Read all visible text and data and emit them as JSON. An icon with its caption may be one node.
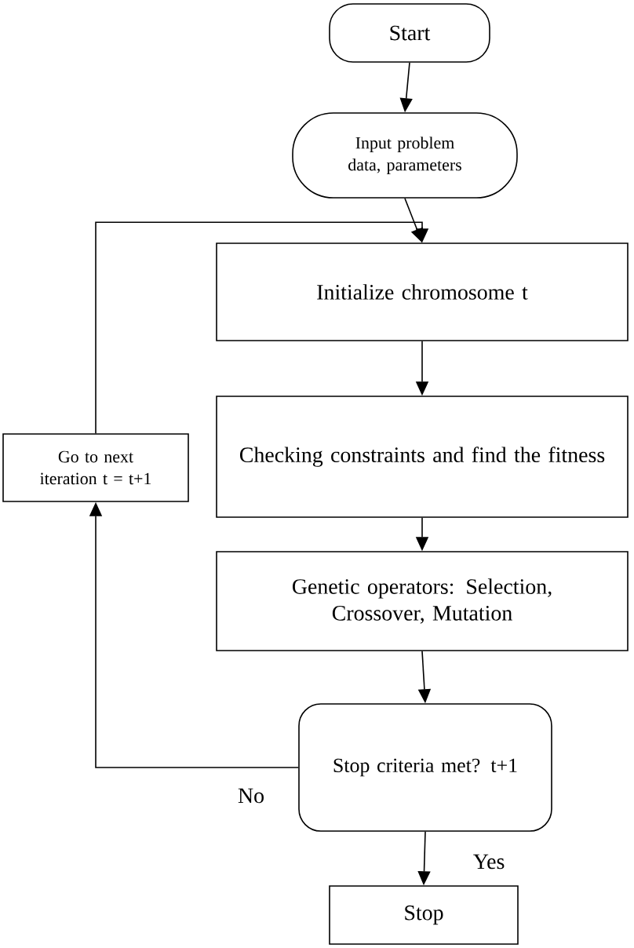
{
  "diagram": {
    "nodes": [
      {
        "text": [
          "Start"
        ]
      },
      {
        "text": [
          "Input problem data, parameters"
        ]
      },
      {
        "text": [
          "Initialize  chromosome t"
        ]
      },
      {
        "text": [
          "Checking constraints and find the fitness"
        ]
      },
      {
        "text": [
          "Genetic operators: Selection, Crossover, Mutation"
        ]
      },
      {
        "text": [
          "Stop criteria met? t+1"
        ]
      },
      {
        "text": [
          "Stop"
        ]
      },
      {
        "text": [
          "Go to next iteration t = t+1"
        ]
      }
    ],
    "edges": [
      {
        "from": 0,
        "to": 1,
        "arrow": "to"
      },
      {
        "from": 1,
        "to": 2,
        "arrow": "to"
      },
      {
        "from": 2,
        "to": 3,
        "arrow": "to"
      },
      {
        "from": 3,
        "to": 4,
        "arrow": "to"
      },
      {
        "from": 4,
        "to": 5,
        "arrow": "to"
      },
      {
        "from": 5,
        "to": 6,
        "label": "Yes",
        "arrow": "to"
      },
      {
        "from": 5,
        "to": 7,
        "label": "No",
        "arrow": "to"
      },
      {
        "from": 7,
        "to": 2,
        "arrow": "to"
      }
    ]
  }
}
